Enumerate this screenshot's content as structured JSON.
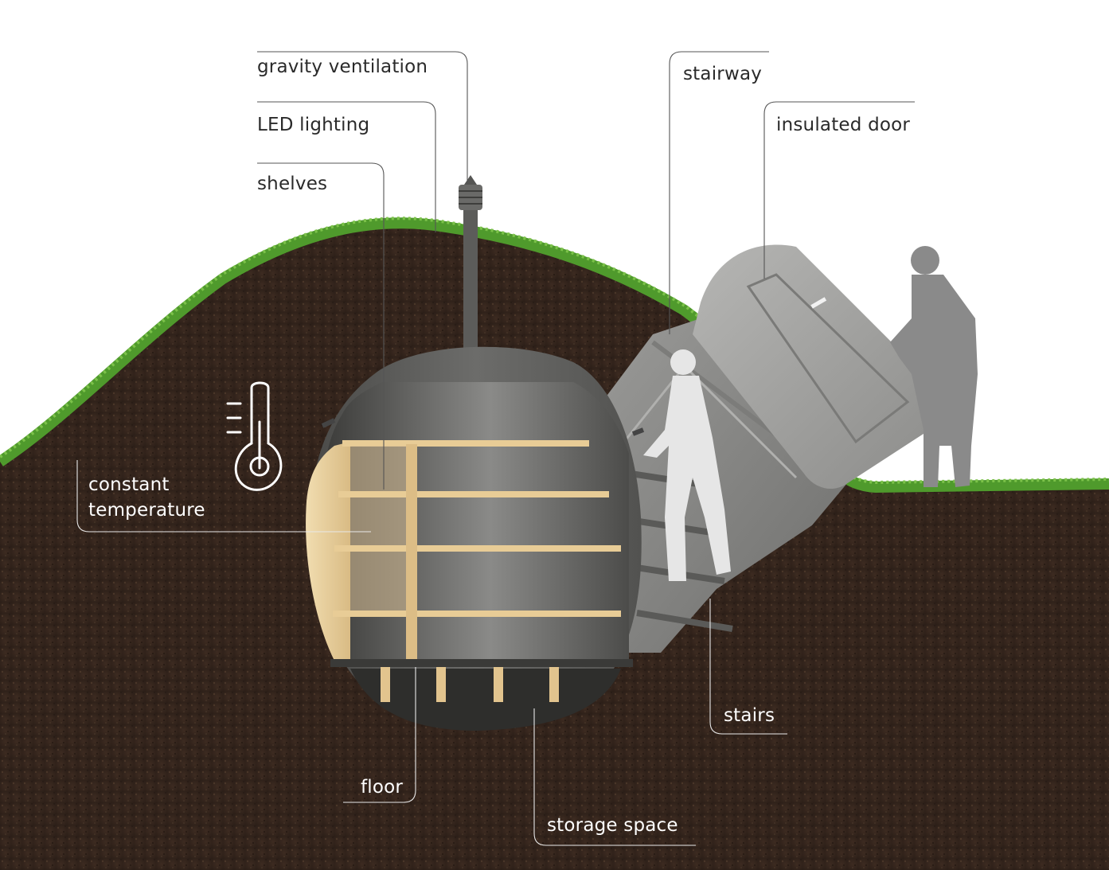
{
  "diagram": {
    "labels": {
      "gravity_ventilation": "gravity ventilation",
      "led_lighting": "LED lighting",
      "shelves": "shelves",
      "stairway": "stairway",
      "insulated_door": "insulated door",
      "constant_temperature_line1": "constant",
      "constant_temperature_line2": "temperature",
      "floor": "floor",
      "storage_space": "storage space",
      "stairs": "stairs"
    },
    "icons": {
      "thermometer": "thermometer-icon"
    },
    "colors": {
      "soil": "#3a2a20",
      "grass": "#4f9a2c",
      "cellar_shell": "#5e5e5c",
      "wood": "#e6cc9a",
      "door": "#9c9c9a",
      "silhouette_light": "#e6e6e6",
      "silhouette_dark": "#8a8a8a"
    }
  }
}
